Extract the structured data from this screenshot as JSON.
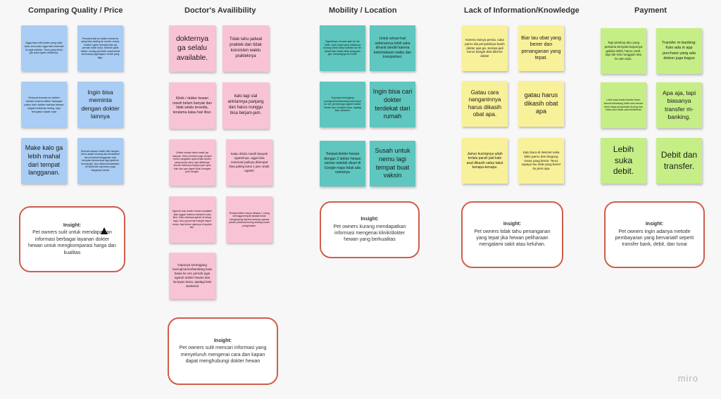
{
  "columns": [
    {
      "title": "Comparing Quality / Price"
    },
    {
      "title": "Doctor's Availibility"
    },
    {
      "title": "Mobility / Location"
    },
    {
      "title": "Lack of Information/Knowledge"
    },
    {
      "title": "Payment"
    }
  ],
  "notes": {
    "c1": [
      "Ngga bisa milih dokter yang udah suka, terus kalo ngga bisa reservasi itu juga malesin. Terus yang dindo gtu suka ngarei doktemya.",
      "Pernama kali ke dokter hewan itu yang bisa nantng ke rumah, soana soalnis ngeim sendlani dan ga pernah mabir buka. Setelah ganti dokter, kucing jadi lebih sepat sehat senuranya juga lagian murah yang lagu.",
      "Sempat trauma ke dokter hewan karena diberi harapan palsu oleh dokter bahwa hewan dapat bertahan hidup, tapi ternyata malah mad",
      "Ingin bisa meminta dengan dokter lainnya",
      "Make kalo ga lebih mahal dari tempat langganan.",
      "Dulusal mawan masih sibir bangen, terus asakri kiurang aku kesabaran aku ta tahnat langganan, tapi ternyata ekonomnya lagi ngemnis kucing lain. Aku diseusmnoaturkan ke klinik lain tapi tahun juga harganya mahal."
    ],
    "c2": [
      "dokternya ga selalu available.",
      "Tidak tahu jadwal praktek dan tidak konsisten waktu prakteknya",
      "Klinik / dokter hewan masih belum banyak dan tidak selalu tersedia, terutama kalau hari libur.",
      "kalo lagi sial antriannya panjang dan harus nunggu bisa berjam-jam.",
      "Dokter hewan disini masih ga banyak. Terus kemarin pagi sempet bentu sangkaim ayam mala tamen yang cemta situs, tapi dilettunge sesuai. Akhirnya hanya nyari nyari dulu dan pas dapet klinik lumayan jauh banget.",
      "kalau dindo masih banyak ngantrinya. ngga bisa reservasi jadinya ditempat bisa paling lama 1 jam untuk ngantri",
      "Ngecek dulu dokter hewan available atau nggak malena weekend suka libur. Kalo udahnya ajarah di sekop lagu, baru ga pernah banget dapet resep. tapi belum ujiannya di apotek lain.",
      "Tempat dokter hanya dibatas 1 orang sehingga tempat disatak belas mengunjungi karena sedang operasi pasien pasienal kucing sedang butuh pengobatan.",
      "Gapunya kerangjang kucing/carrier/kandang buat bawa ke vet, pernah juga ngantri dokter hewan dan lumayan lama, apalagi kalo weekend"
    ],
    "c3": [
      "Ngantrinya, di sanir ajan ke set lebih, nyari maps yang waktunya kurang untuk bawa haewan ke vet, sekali kalo lokasi klinik yang jauh gitu, kandangnya itu mobil.",
      "Untuk sehari-hari sebenarnya lebih suka diravat sendiri karena keterbatasan waktu dan transportasi.",
      "Gapunya kerangjang kucing/carrier/kandang buat bawa ke vet, pernah juga ngantri dokter hewan dan lumayan lama, apalagi kalo weekend",
      "Ingin bisa cari dokter terdekat dari rumah",
      "Tempat dokter hewan dengan 2 dokter hewan namun setelah dicari di Google maps tidak ada namanya",
      "Susah untuk nemu lagi tempat buat vaksin"
    ],
    "c4": [
      "Karena rasnya persia, suka parno dia penyakitnya butuh dokter apa ga. Serasa jadi boros banget disit dikit ke dokter",
      "Biar tau obat yang bener dan penanganan yang tepat.",
      "Gatau cara nanganinnya harus dikasih obat apa.",
      "gatau harus dikasih obat apa",
      "Jamur kucingnya udah terlalu parah jadi kalo asal dikasih salep takut kenapa-kenapa.",
      "Kalo baca di internet suka bikin parno dan bingung mana yang benar. Terus supaya tau obat yang bener itu jenis apa"
    ],
    "c5": [
      "Tapi petshop aku yang pertama ternyata bayarnya gabisa debit, harus cash, tapi die rela nungguin aku ke atm dulu.",
      "Transfer m-banking. Kalo ada in app purchase yang ada diskon juga bagus",
      "Lebih suka lewat transfer bank, karena terkadang tidak suka secara tentu biaya pengobatan kucing dan tidak suka bawa cash berlebihan",
      "Apa aja, tapi biasanya transfer m-banking.",
      "Lebih suka debit.",
      "Debit dan transfer."
    ]
  },
  "insights": [
    {
      "title": "Insight:",
      "text": "Pet owners sulit untuk mendapatkan informasi berbagai layanan dokter hewan untuk mengkomparasi harga dan kualitas"
    },
    {
      "title": "Insight:",
      "text": "Pet owners sulit mencari informasi yang menyeluruh mengenai cara dan kapan dapat menghubungi dokter hewan"
    },
    {
      "title": "Insight:",
      "text": "Pet owners kurang mendapatkan informasi mengenai klinik/dokter hewan yang berkualitas"
    },
    {
      "title": "Insight:",
      "text": "Pet owners tidak tahu penanganan yang tepat jika hewan peliharaan mengalami sakit atau keluhan."
    },
    {
      "title": "Insight:",
      "text": "Pet owners ingin adanya metode pembayaran yang bervariatif seperti transfer bank, debit, dan tunai"
    }
  ],
  "brand": {
    "logo_text": "miro"
  }
}
